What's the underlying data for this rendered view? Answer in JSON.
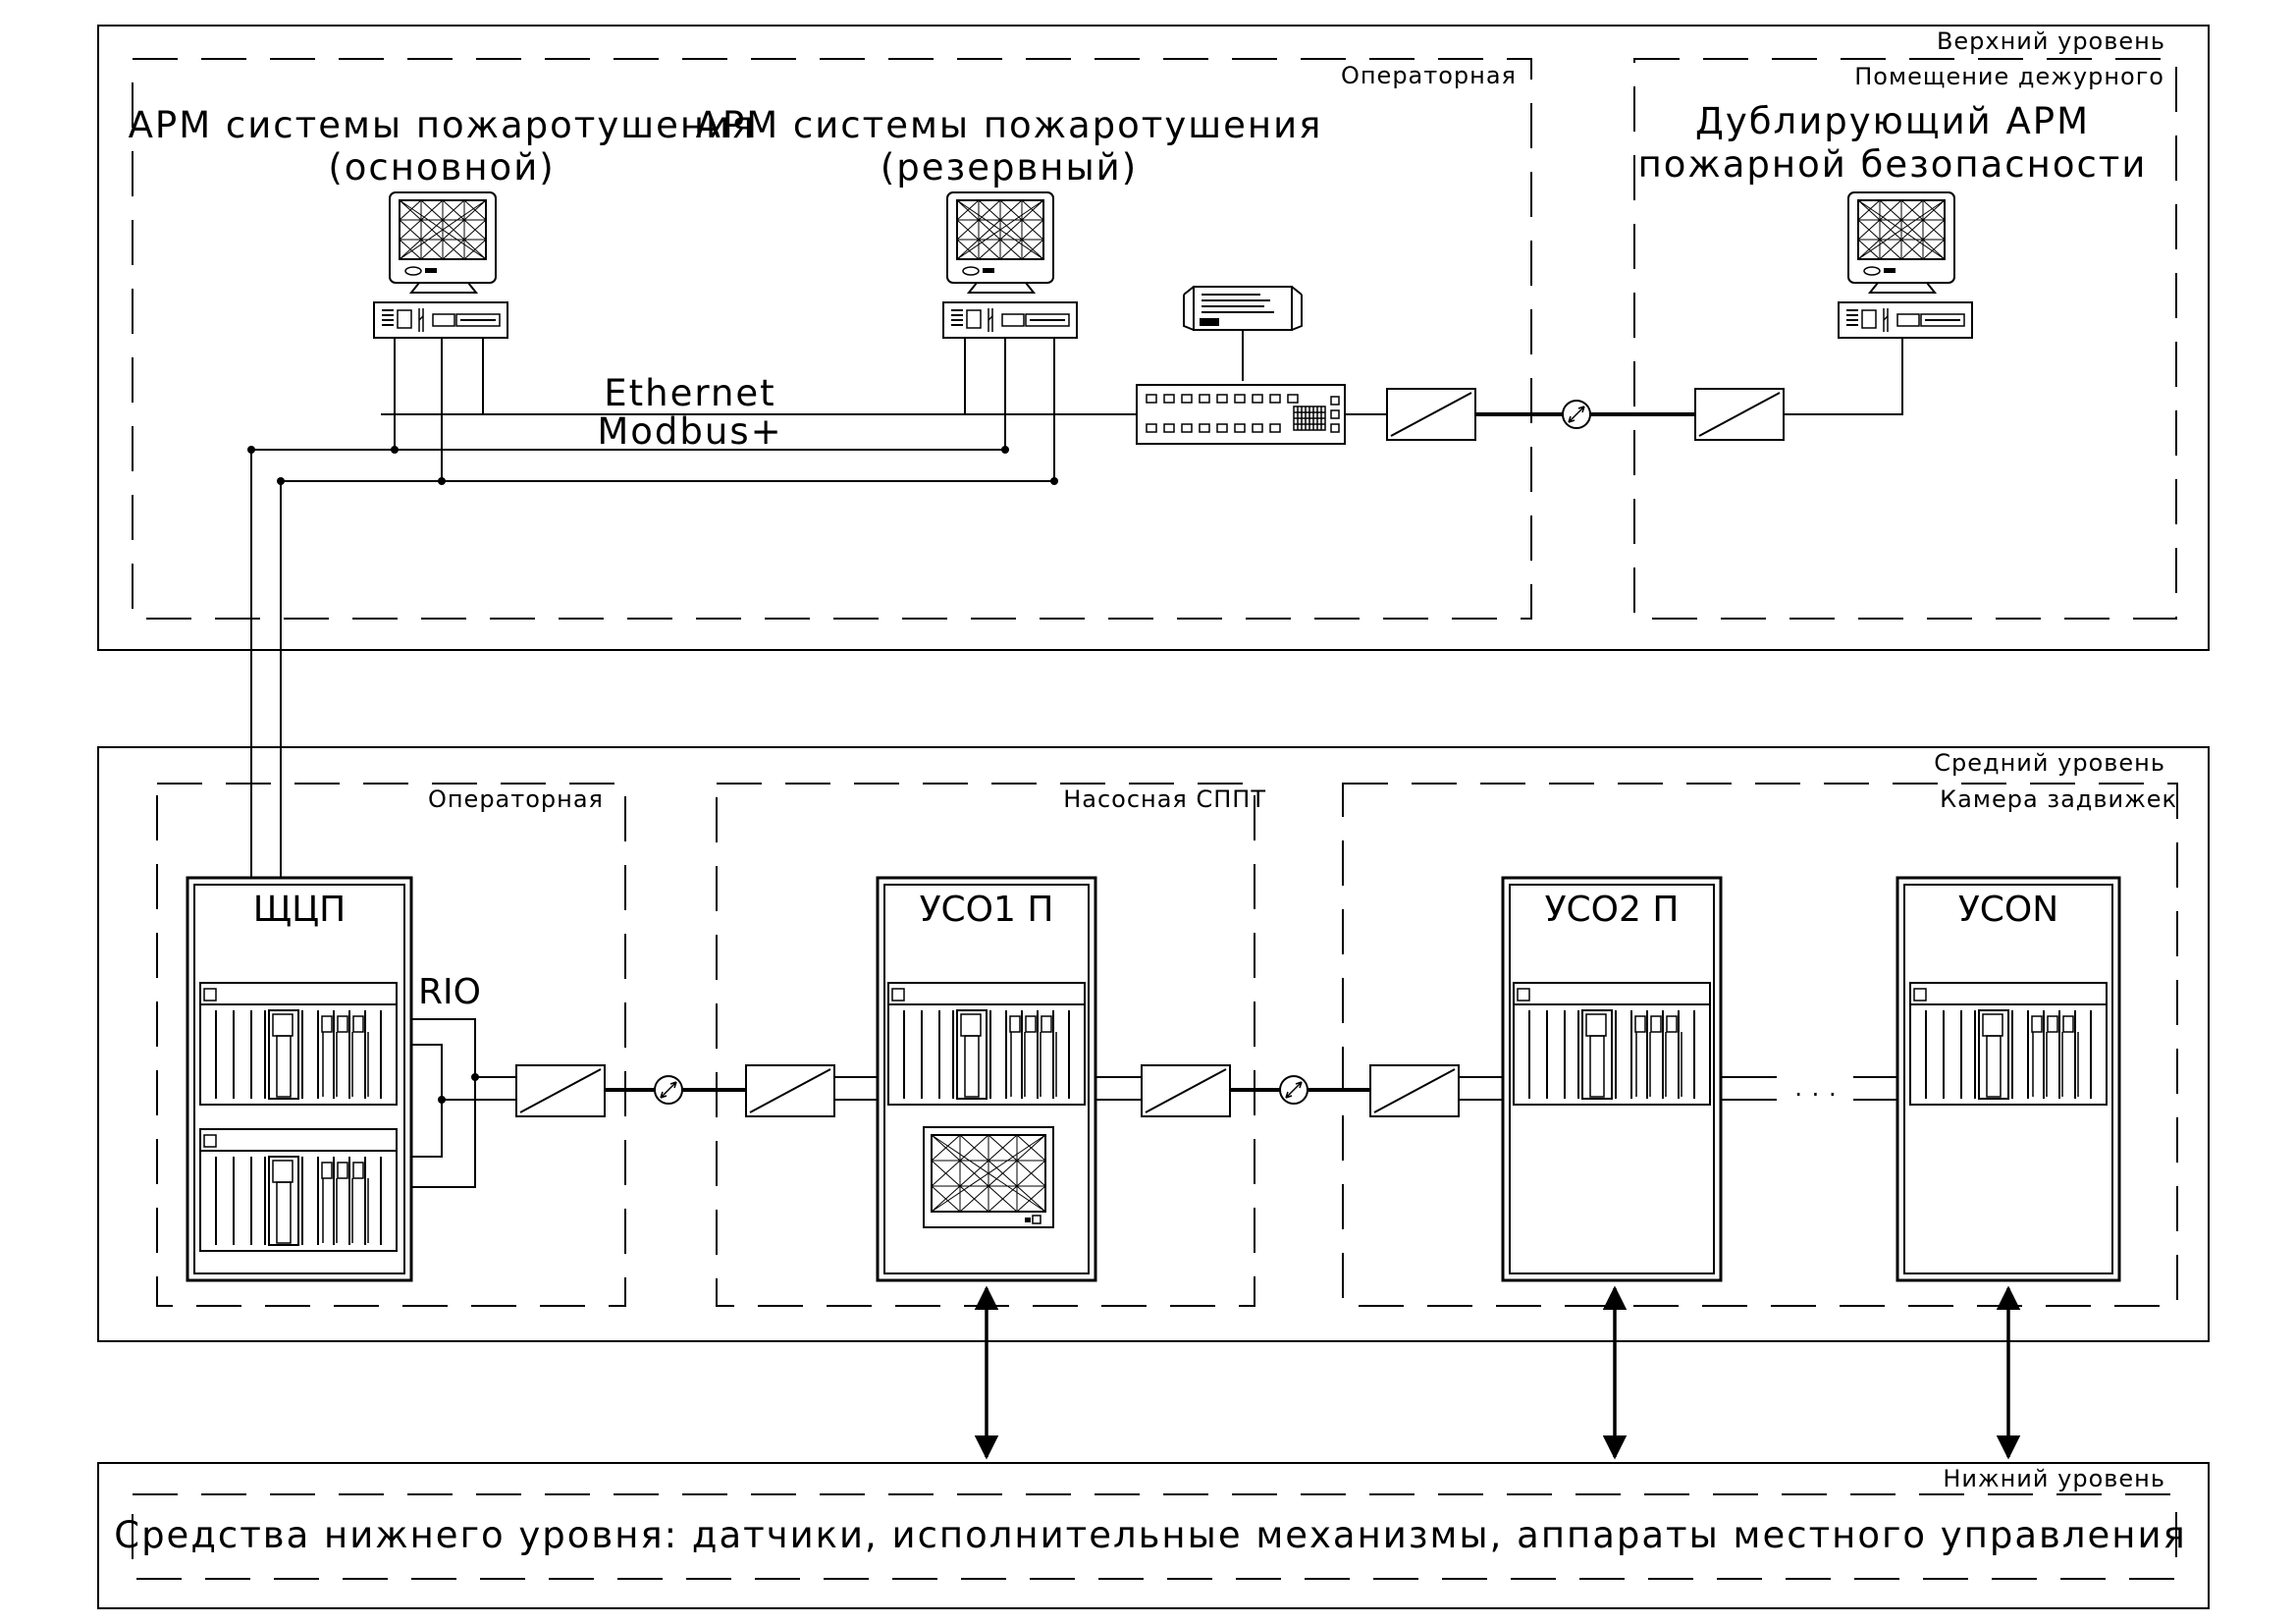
{
  "levels": {
    "upper": "Верхний уровень",
    "middle": "Средний уровень",
    "lower": "Нижний уровень"
  },
  "rooms": {
    "operator_top": "Операторная",
    "duty_room": "Помещение дежурного",
    "operator_mid": "Операторная",
    "pump_station": "Насосная СППТ",
    "valve_chamber": "Камера задвижек"
  },
  "workstations": {
    "main_line1": "АРМ системы пожаротушения",
    "main_line2": "(основной)",
    "reserve_line1": "АРМ системы пожаротушения",
    "reserve_line2": "(резервный)",
    "dup_line1": "Дублирующий АРМ",
    "dup_line2": "пожарной безопасности"
  },
  "networks": {
    "ethernet": "Ethernet",
    "modbus": "Modbus+",
    "rio": "RIO"
  },
  "cabinets": {
    "shcp": "ЩЦП",
    "uso1": "УСО1 П",
    "uso2": "УСО2 П",
    "uson": "УСОN"
  },
  "ellipsis": ". . .",
  "lower_level_text": "Средства нижнего уровня: датчики, исполнительные механизмы, аппараты местного управления"
}
